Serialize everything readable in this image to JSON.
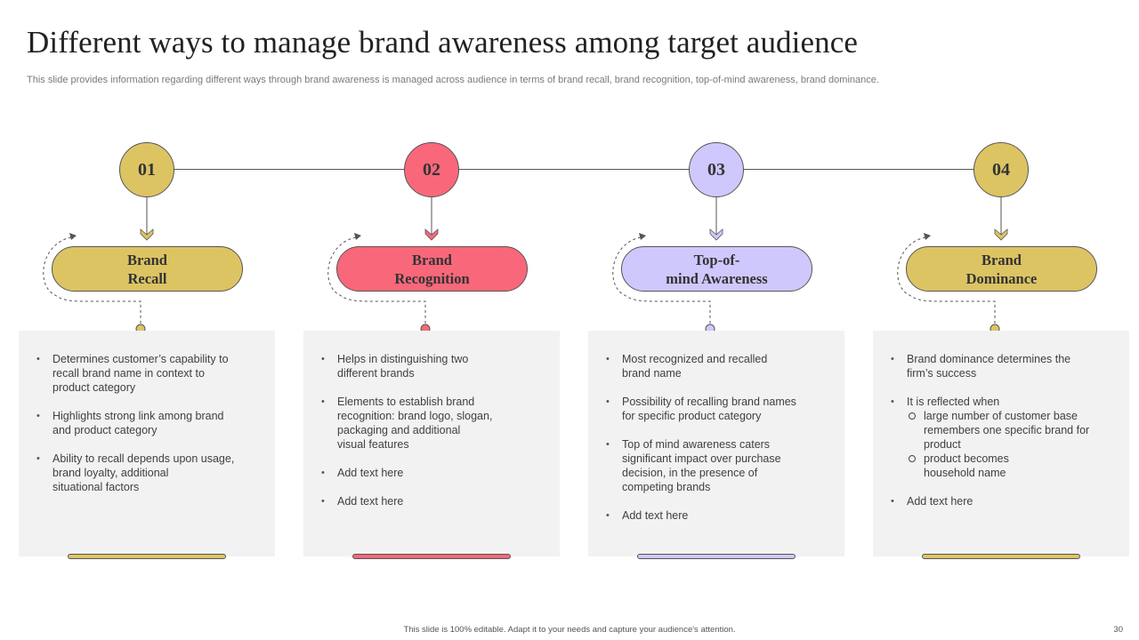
{
  "slide": {
    "title": "Different ways to manage brand awareness among target audience",
    "subtitle": "This slide provides information regarding different ways through brand awareness is managed across audience in terms of brand recall, brand recognition, top-of-mind awareness, brand dominance.",
    "footer": "This slide is 100% editable.  Adapt it to your needs and capture your audience's attention.",
    "page_number": "30"
  },
  "colors": {
    "yellow": "#dcc463",
    "red": "#f8687a",
    "lavender": "#cfc8fc",
    "line": "#555555",
    "card_bg": "#f2f2f2"
  },
  "steps": [
    {
      "number": "01",
      "label": "Brand\nRecall",
      "color": "#dcc463",
      "bullets": [
        {
          "text": "Determines customer’s capability to\nrecall brand name  in context to\nproduct category"
        },
        {
          "text": "Highlights strong link among brand\nand product category"
        },
        {
          "text": "Ability to recall depends  upon usage,\nbrand loyalty, additional\nsituational factors"
        }
      ]
    },
    {
      "number": "02",
      "label": "Brand\nRecognition",
      "color": "#f8687a",
      "bullets": [
        {
          "text": "Helps in distinguishing two\ndifferent brands"
        },
        {
          "text": "Elements to establish brand\nrecognition: brand logo, slogan,\npackaging and additional\nvisual features"
        },
        {
          "text": "Add text here"
        },
        {
          "text": "Add text here"
        }
      ]
    },
    {
      "number": "03",
      "label": "Top-of-\nmind Awareness",
      "color": "#cfc8fc",
      "bullets": [
        {
          "text": "Most recognized and recalled\nbrand name"
        },
        {
          "text": "Possibility of recalling brand names\nfor specific product category"
        },
        {
          "text": "Top of mind awareness caters\nsignificant impact over purchase\ndecision, in the presence of\ncompeting brands"
        },
        {
          "text": "Add text here"
        }
      ]
    },
    {
      "number": "04",
      "label": "Brand\nDominance",
      "color": "#dcc463",
      "bullets": [
        {
          "text": "Brand dominance determines the\nfirm’s success"
        },
        {
          "text": "It is reflected when",
          "sub": [
            "large number of customer base\nremembers one specific brand for\nproduct",
            "product becomes\nhousehold name"
          ]
        },
        {
          "text": "Add text here"
        }
      ]
    }
  ]
}
